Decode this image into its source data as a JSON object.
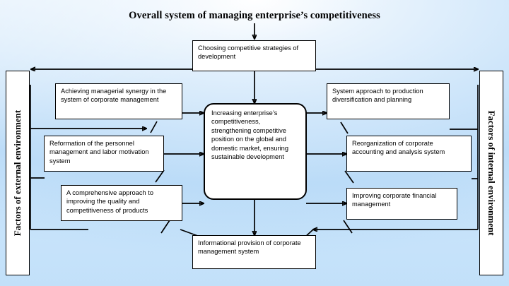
{
  "title": "Overall system of managing enterprise’s competitiveness",
  "sidebars": {
    "left": "Factors of external environment",
    "right": "Factors of internal environment"
  },
  "boxes": {
    "top": "Choosing competitive strategies of development",
    "center": "Increasing enterprise’s competitiveness, strengthening competitive position on the global and domestic market, ensuring sustainable development",
    "bottom": "Informational provision of corporate management system",
    "left": [
      "Achieving managerial synergy in the system of corporate management",
      "Reformation of the personnel management and labor motivation system",
      "A comprehensive approach to improving the quality and competitiveness of products"
    ],
    "right": [
      "System approach to production diversification and planning",
      "Reorganization of corporate accounting and analysis system",
      "Improving corporate financial management"
    ]
  },
  "colors": {
    "background_top": "#eaf4fd",
    "background_mid": "#cfe6fa",
    "box_fill": "#ffffff",
    "stroke": "#000000"
  }
}
